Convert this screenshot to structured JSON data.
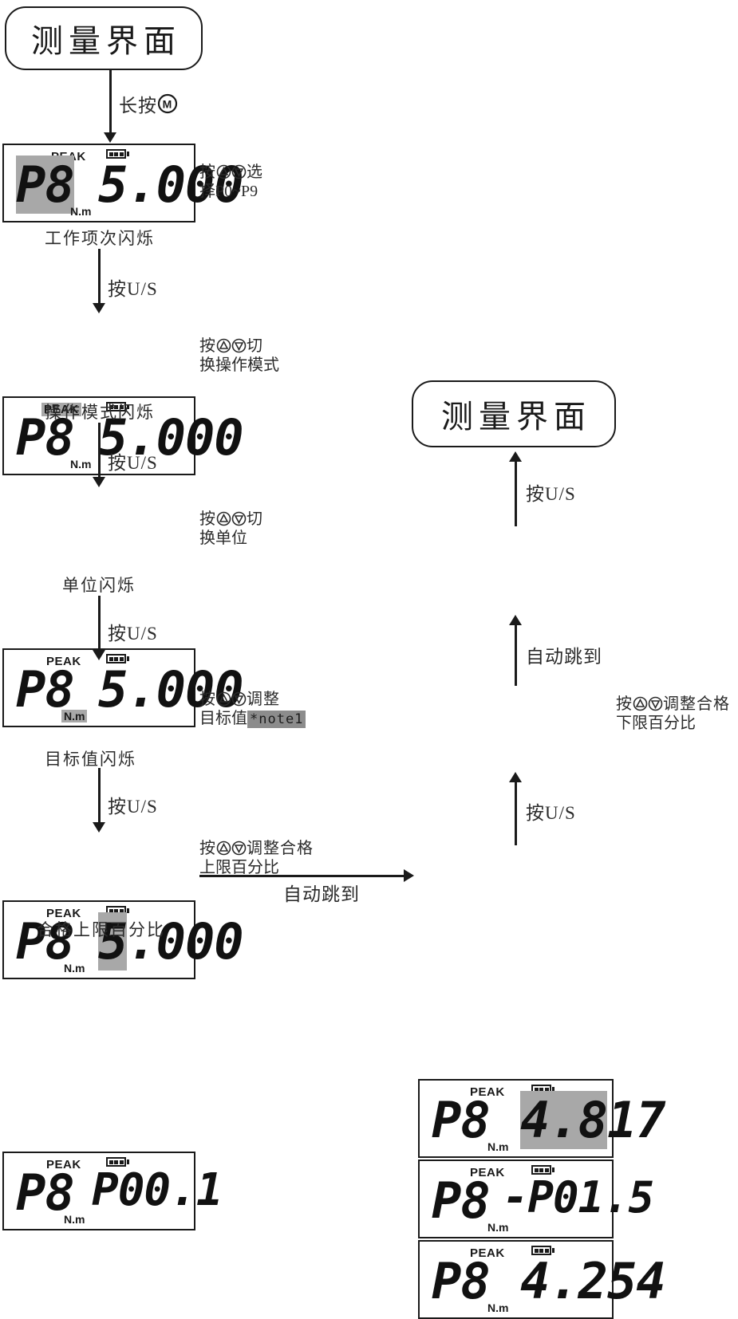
{
  "terminals": {
    "start": "测量界面",
    "end": "测量界面"
  },
  "transitions": {
    "long_press_m": "长按",
    "m_button": "M",
    "press_us": "按U/S",
    "auto_jump": "自动跳到"
  },
  "icons": {
    "up": "up-triangle-circle-icon",
    "down": "down-triangle-circle-icon",
    "battery": "battery-full-icon",
    "m_button": "m-button-icon"
  },
  "panels": [
    {
      "id": "panel-work-item",
      "peak": "PEAK",
      "peak_highlight": false,
      "unit": "N.m",
      "unit_highlight": false,
      "item_code": "P8",
      "item_highlight": true,
      "value": "5.000",
      "value_highlight_part": "",
      "value_rest": "5.000",
      "caption": "工作项次闪烁",
      "note_line1_pre": "按",
      "note_line1_post": "选",
      "note_line2": "择P0~P9"
    },
    {
      "id": "panel-operation-mode",
      "peak": "PEAK",
      "peak_highlight": true,
      "unit": "N.m",
      "unit_highlight": false,
      "item_code": "P8",
      "item_highlight": false,
      "value": "5.000",
      "value_highlight_part": "",
      "value_rest": "5.000",
      "caption": "操作模式闪烁",
      "note_line1_pre": "按",
      "note_line1_post": "切",
      "note_line2": "换操作模式"
    },
    {
      "id": "panel-unit",
      "peak": "PEAK",
      "peak_highlight": false,
      "unit": "N.m",
      "unit_highlight": true,
      "item_code": "P8",
      "item_highlight": false,
      "value": "5.000",
      "value_highlight_part": "",
      "value_rest": "5.000",
      "caption": "单位闪烁",
      "note_line1_pre": "按",
      "note_line1_post": "切",
      "note_line2": "换单位"
    },
    {
      "id": "panel-target-value",
      "peak": "PEAK",
      "peak_highlight": false,
      "unit": "N.m",
      "unit_highlight": false,
      "item_code": "P8",
      "item_highlight": false,
      "value": "5.000",
      "value_highlight_part": "5",
      "value_rest": ".000",
      "caption": "目标值闪烁",
      "note_line1_pre": "按",
      "note_line1_post": "调整",
      "note_line2": "目标值",
      "note_badge": "*note1"
    },
    {
      "id": "panel-upper-limit-percent",
      "peak": "PEAK",
      "peak_highlight": false,
      "unit": "N.m",
      "unit_highlight": false,
      "item_code": "P8",
      "item_highlight": false,
      "value": "P00.1",
      "value_highlight_part": "",
      "value_rest": "P00.1",
      "caption": "合格上限百分比",
      "note_line1_pre": "按",
      "note_line1_post": "调整合格",
      "note_line2": "上限百分比"
    },
    {
      "id": "panel-measured-low",
      "peak": "PEAK",
      "peak_highlight": false,
      "unit": "N.m",
      "unit_highlight": false,
      "item_code": "P8",
      "item_highlight": false,
      "value": "4.254",
      "value_highlight_part": "",
      "value_rest": "4.254",
      "caption": ""
    },
    {
      "id": "panel-lower-limit-percent",
      "peak": "PEAK",
      "peak_highlight": false,
      "unit": "N.m",
      "unit_highlight": false,
      "item_code": "P8",
      "item_highlight": false,
      "value": "-P01.5",
      "value_highlight_part": "",
      "value_rest": "-P01.5",
      "caption": "",
      "note_line1_pre": "按",
      "note_line1_post": "调整合格",
      "note_line2": "下限百分比"
    },
    {
      "id": "panel-measured-high",
      "peak": "PEAK",
      "peak_highlight": false,
      "unit": "N.m",
      "unit_highlight": false,
      "item_code": "P8",
      "item_highlight": false,
      "value": "4.817",
      "value_highlight_part": "4.8",
      "value_rest": "17",
      "caption": ""
    }
  ],
  "colors": {
    "ink": "#1a1a1a",
    "highlight": "#a8a8a8",
    "badge": "#8c8c8c",
    "background": "#ffffff"
  }
}
